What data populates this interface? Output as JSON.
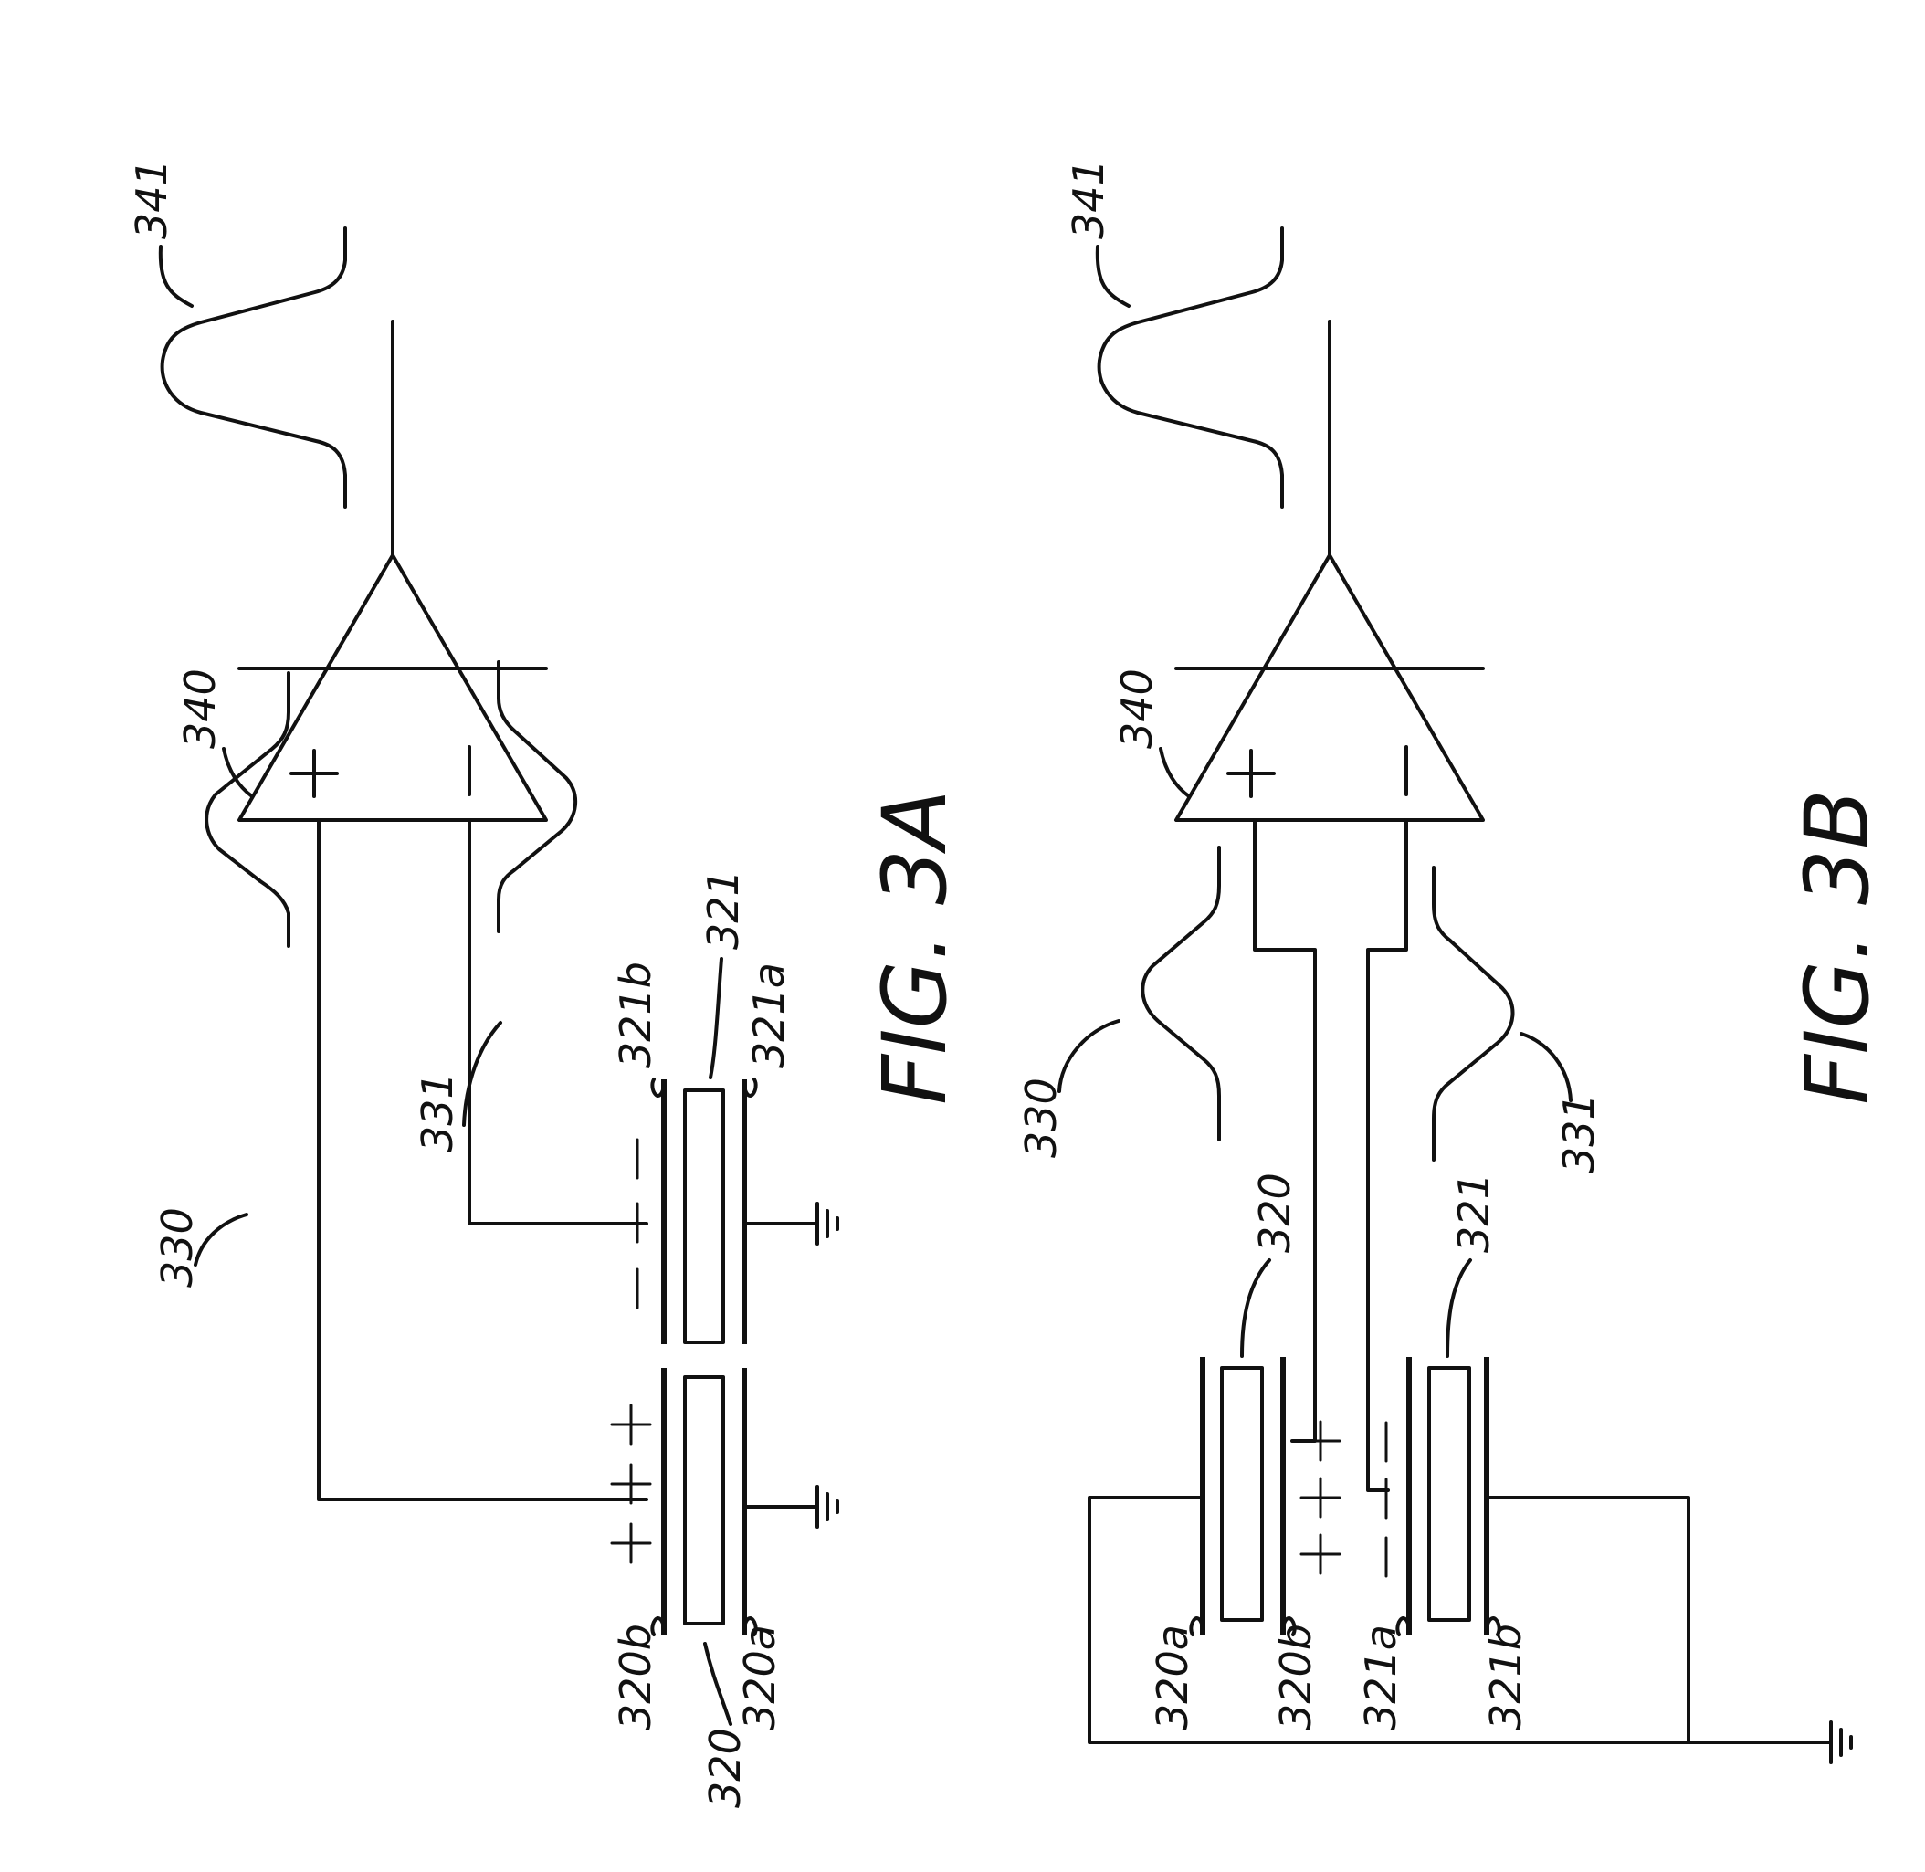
{
  "figures": {
    "a": {
      "title": "FIG. 3A",
      "labels": {
        "pulse_plus": "330",
        "pulse_minus": "331",
        "output": "341",
        "amp": "340",
        "trans_a": "320",
        "trans_b": "321",
        "e320b": "320b",
        "e320a": "320a",
        "e321b": "321b",
        "e321a": "321a"
      },
      "amp_plus": "+",
      "amp_minus": "−"
    },
    "b": {
      "title": "FIG. 3B",
      "labels": {
        "pulse_plus": "330",
        "pulse_minus": "331",
        "output": "341",
        "amp": "340",
        "trans_a": "320",
        "trans_b": "321",
        "e320a": "320a",
        "e320b": "320b",
        "e321a": "321a",
        "e321b": "321b"
      },
      "amp_plus": "+",
      "amp_minus": "−"
    }
  }
}
